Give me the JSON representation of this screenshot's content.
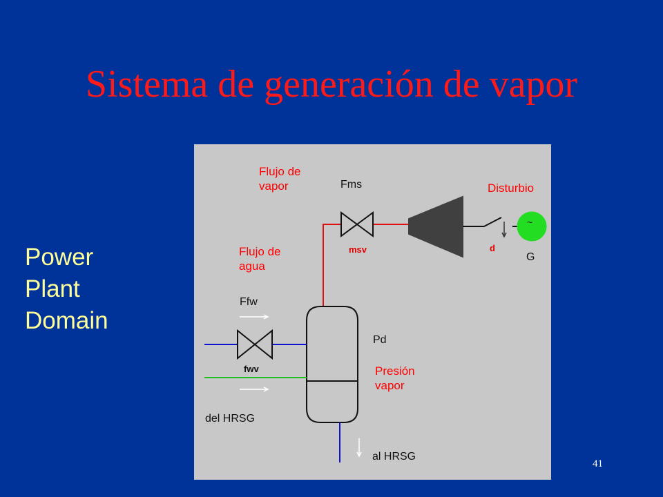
{
  "slide": {
    "title": "Sistema de generación de vapor",
    "side_label": [
      "Power",
      "Plant",
      "Domain"
    ],
    "page_number": "41"
  },
  "diagram": {
    "labels": {
      "steam_flow_label": [
        "Flujo de",
        "vapor"
      ],
      "water_flow_label": [
        "Flujo de",
        "agua"
      ],
      "pressure_label": [
        "Presión",
        "vapor"
      ],
      "fms": "Fms",
      "msv": "msv",
      "disturbance": "Disturbio",
      "d": "d",
      "generator_symbol": "~",
      "g": "G",
      "ffw": "Ffw",
      "fwv": "fwv",
      "pd": "Pd",
      "from_hrsg": "del HRSG",
      "to_hrsg": "al HRSG"
    },
    "colors": {
      "background": "#c8c8c8",
      "steam_line": "#e01010",
      "water_line": "#1010d0",
      "green_line": "#20c020",
      "generator": "#22dd22",
      "turbine": "#404040"
    }
  }
}
